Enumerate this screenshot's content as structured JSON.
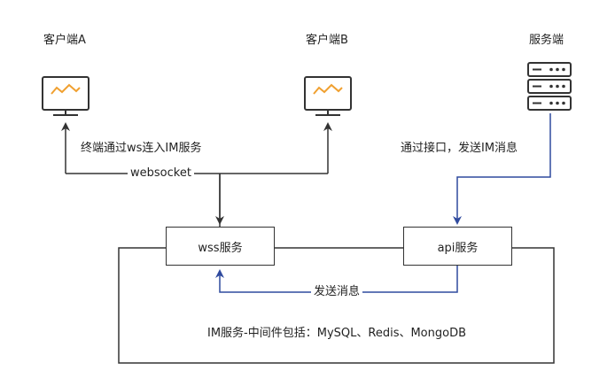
{
  "nodes": {
    "client_a": {
      "label": "客户端A"
    },
    "client_b": {
      "label": "客户端B"
    },
    "server": {
      "label": "服务端"
    },
    "wss": {
      "label": "wss服务"
    },
    "api": {
      "label": "api服务"
    }
  },
  "edges": {
    "clients_to_wss": {
      "label": "终端通过ws连入IM服务"
    },
    "websocket": {
      "label": "websocket"
    },
    "server_to_api": {
      "label": "通过接口，发送IM消息"
    },
    "api_to_wss": {
      "label": "发送消息"
    }
  },
  "container": {
    "label": "IM服务-中间件包括：MySQL、Redis、MongoDB"
  },
  "colors": {
    "stroke": "#333333",
    "blue": "#2f4a9e",
    "monitor_line": "#f0a030"
  },
  "icons": [
    "monitor-icon",
    "server-rack-icon"
  ]
}
